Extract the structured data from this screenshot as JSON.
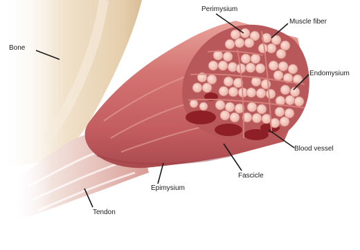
{
  "labels": {
    "bone": "Bone",
    "perimysium": "Perimysium",
    "muscle_fiber": "Muscle fiber",
    "endomysium": "Endomysium",
    "blood_vessel": "Blood vessel",
    "fascicle": "Fascicle",
    "epimysium": "Epimysium",
    "tendon": "Tendon"
  },
  "colors": {
    "bone": "#e9d4b4",
    "muscle": "#cf6b6b",
    "muscle_dark": "#a84a4d",
    "fiber_fill": "#f3c5ba",
    "fiber_stroke": "#c77f79",
    "blood": "#8e1f26",
    "tendon": "#ead1c9"
  }
}
